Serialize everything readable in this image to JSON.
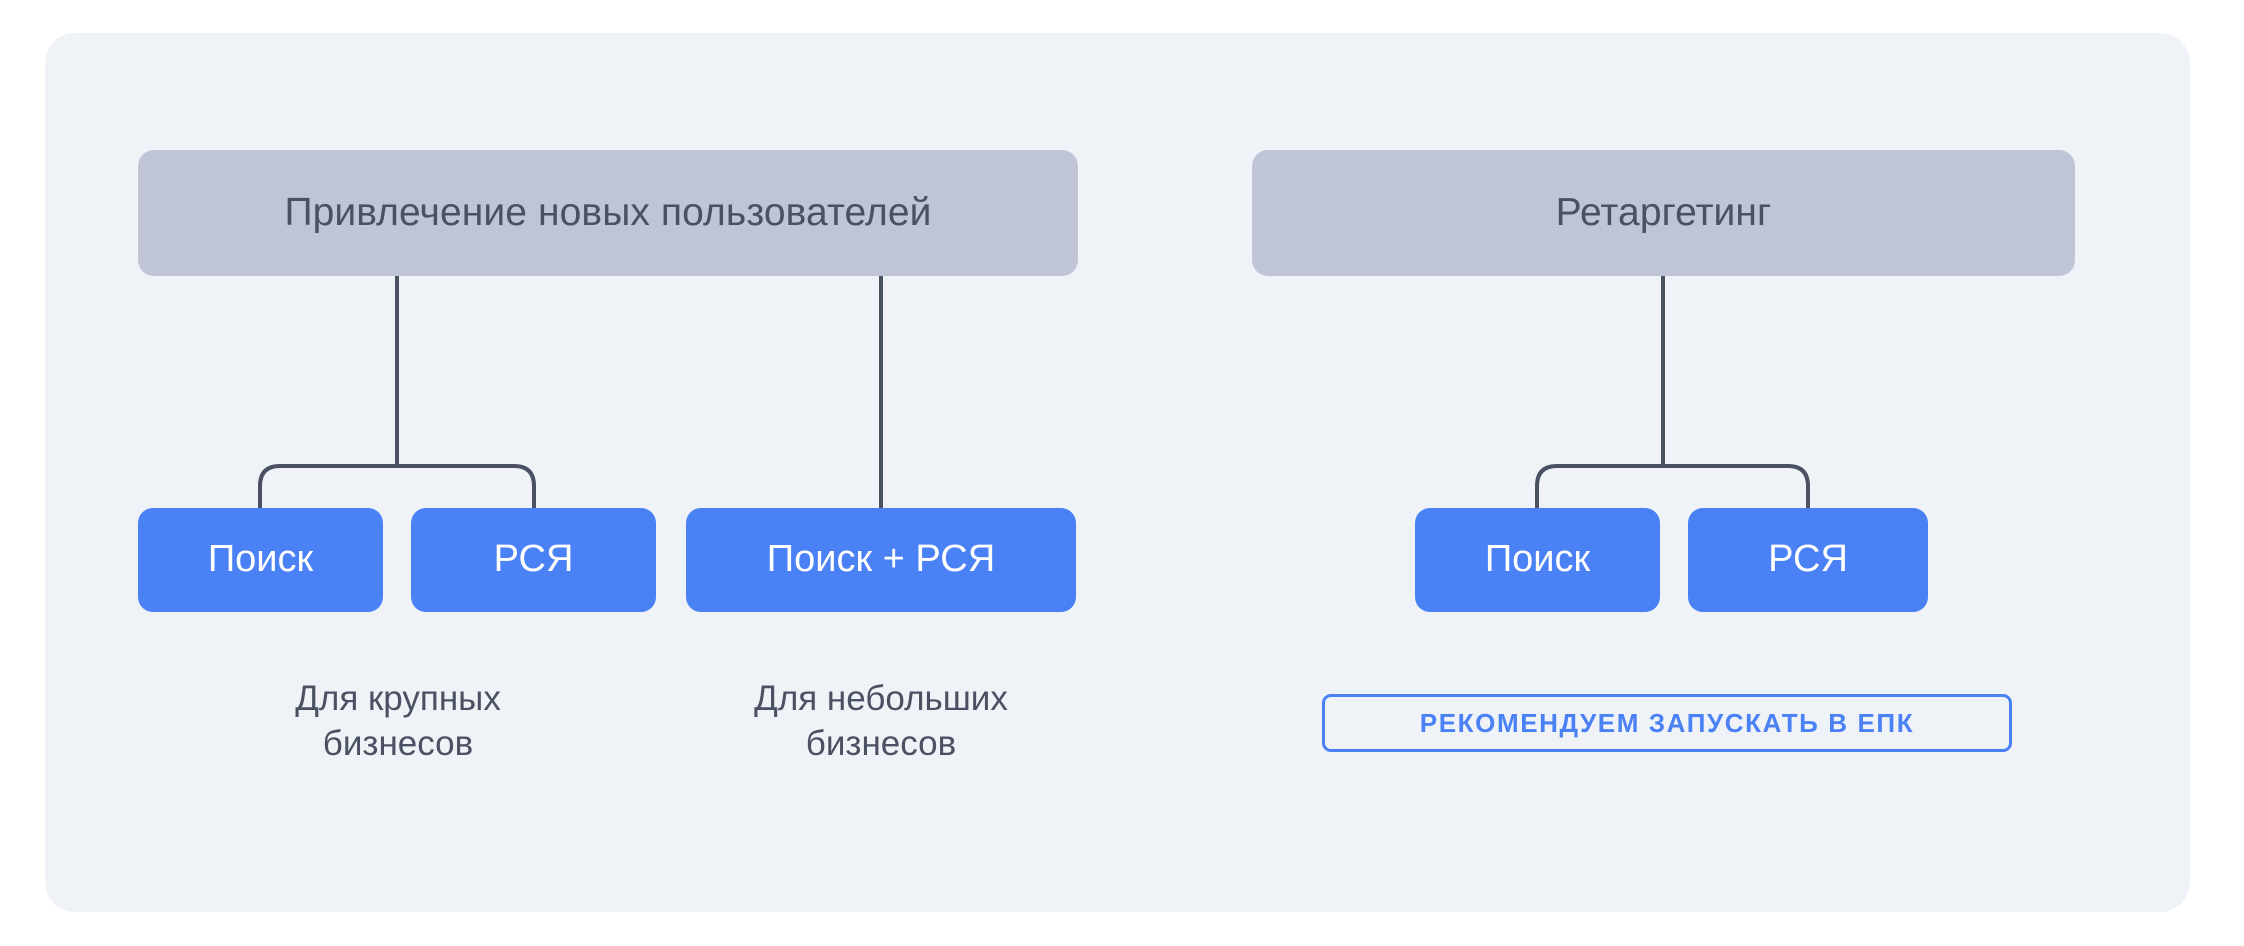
{
  "card": {
    "background_color": "#eff2f7"
  },
  "colors": {
    "card_bg": "#eff2f7",
    "header_box": "#bfc5d6",
    "header_text": "#4a5163",
    "accent_blue": "#4a81f5",
    "button_text": "#ffffff",
    "connector_line": "#4a5163",
    "page_bg": "#ffffff"
  },
  "groups": [
    {
      "id": "acquisition",
      "header": "Привлечение новых пользователей",
      "branches": [
        {
          "id": "large-business",
          "buttons": [
            "Поиск",
            "РСЯ"
          ],
          "caption": "Для крупных\nбизнесов"
        },
        {
          "id": "small-business",
          "buttons": [
            "Поиск + РСЯ"
          ],
          "caption": "Для небольших\nбизнесов"
        }
      ]
    },
    {
      "id": "retargeting",
      "header": "Ретаргетинг",
      "branches": [
        {
          "id": "retargeting-channels",
          "buttons": [
            "Поиск",
            "РСЯ"
          ],
          "caption": ""
        }
      ],
      "badge": "РЕКОМЕНДУЕМ ЗАПУСКАТЬ В ЕПК"
    }
  ],
  "headers": {
    "acquisition": "Привлечение новых пользователей",
    "retargeting": "Ретаргетинг"
  },
  "buttons": {
    "search_left": "Поиск",
    "rsya_left": "РСЯ",
    "search_plus_rsya": "Поиск + РСЯ",
    "search_right": "Поиск",
    "rsya_right": "РСЯ"
  },
  "captions": {
    "large_business": "Для крупных\nбизнесов",
    "small_business": "Для небольших\nбизнесов"
  },
  "badge": {
    "text": "РЕКОМЕНДУЕМ ЗАПУСКАТЬ В ЕПК"
  }
}
